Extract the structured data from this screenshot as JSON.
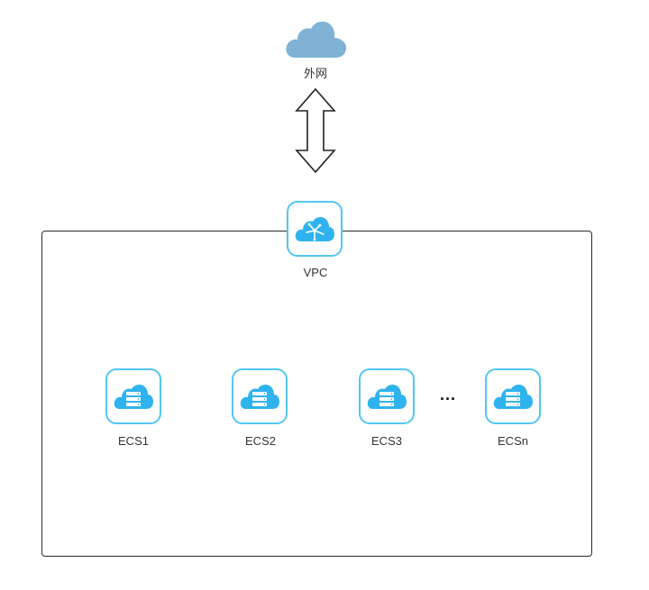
{
  "internet": {
    "label": "外网",
    "icon": "cloud-icon",
    "color": "#7fb2d5"
  },
  "connection": {
    "icon": "double-arrow-icon"
  },
  "vpc": {
    "label": "VPC",
    "icon": "vpc-cloud-icon",
    "tile_border_color": "#52c7f3",
    "icon_color": "#2fb3ee",
    "container_border_color": "#2b2b2b"
  },
  "ecs_nodes": [
    {
      "label": "ECS1",
      "icon": "server-cloud-icon"
    },
    {
      "label": "ECS2",
      "icon": "server-cloud-icon"
    },
    {
      "label": "ECS3",
      "icon": "server-cloud-icon"
    },
    {
      "label": "ECSn",
      "icon": "server-cloud-icon"
    }
  ],
  "ellipsis": "···"
}
